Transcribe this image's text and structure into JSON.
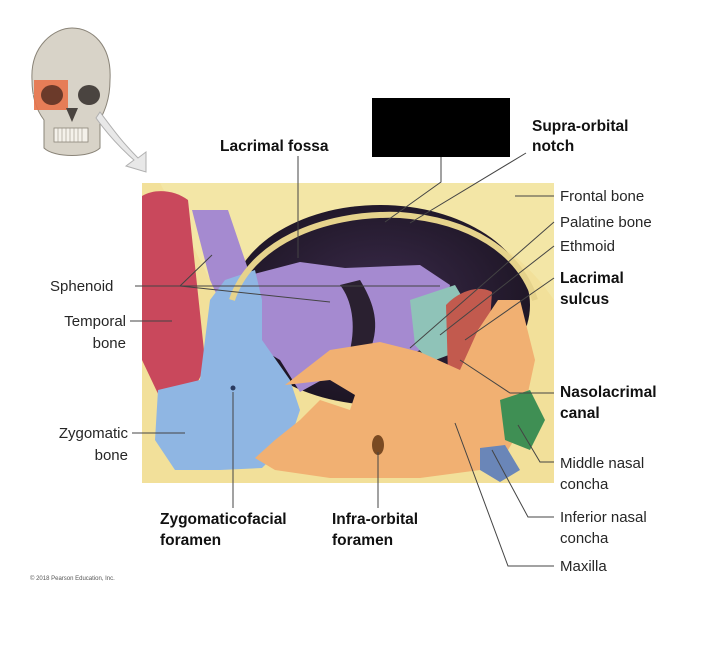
{
  "labels": {
    "lacrimal_fossa": "Lacrimal fossa",
    "supra_orbital_notch": [
      "Supra-orbital",
      "notch"
    ],
    "frontal_bone": "Frontal bone",
    "palatine_bone": "Palatine bone",
    "ethmoid": "Ethmoid",
    "lacrimal_sulcus": [
      "Lacrimal",
      "sulcus"
    ],
    "nasolacrimal_canal": [
      "Nasolacrimal",
      "canal"
    ],
    "middle_nasal_concha": [
      "Middle nasal",
      "concha"
    ],
    "inferior_nasal_concha": [
      "Inferior nasal",
      "concha"
    ],
    "maxilla": "Maxilla",
    "sphenoid": "Sphenoid",
    "temporal_bone": [
      "Temporal",
      "bone"
    ],
    "zygomatic_bone": [
      "Zygomatic",
      "bone"
    ],
    "zygomaticofacial_foramen": [
      "Zygomaticofacial",
      "foramen"
    ],
    "infra_orbital_foramen": [
      "Infra-orbital",
      "foramen"
    ]
  },
  "copyright": "© 2018 Pearson Education, Inc.",
  "colors": {
    "frontal": "#f3e6a6",
    "sphenoid": "#a58ad0",
    "zygomatic": "#8fb6e3",
    "temporal": "#c9485c",
    "maxilla": "#f1b072",
    "ethmoid": "#8fc3b8",
    "lacrimal": "#c25a4e",
    "concha": "#3f8f54",
    "leader": "#444444"
  }
}
